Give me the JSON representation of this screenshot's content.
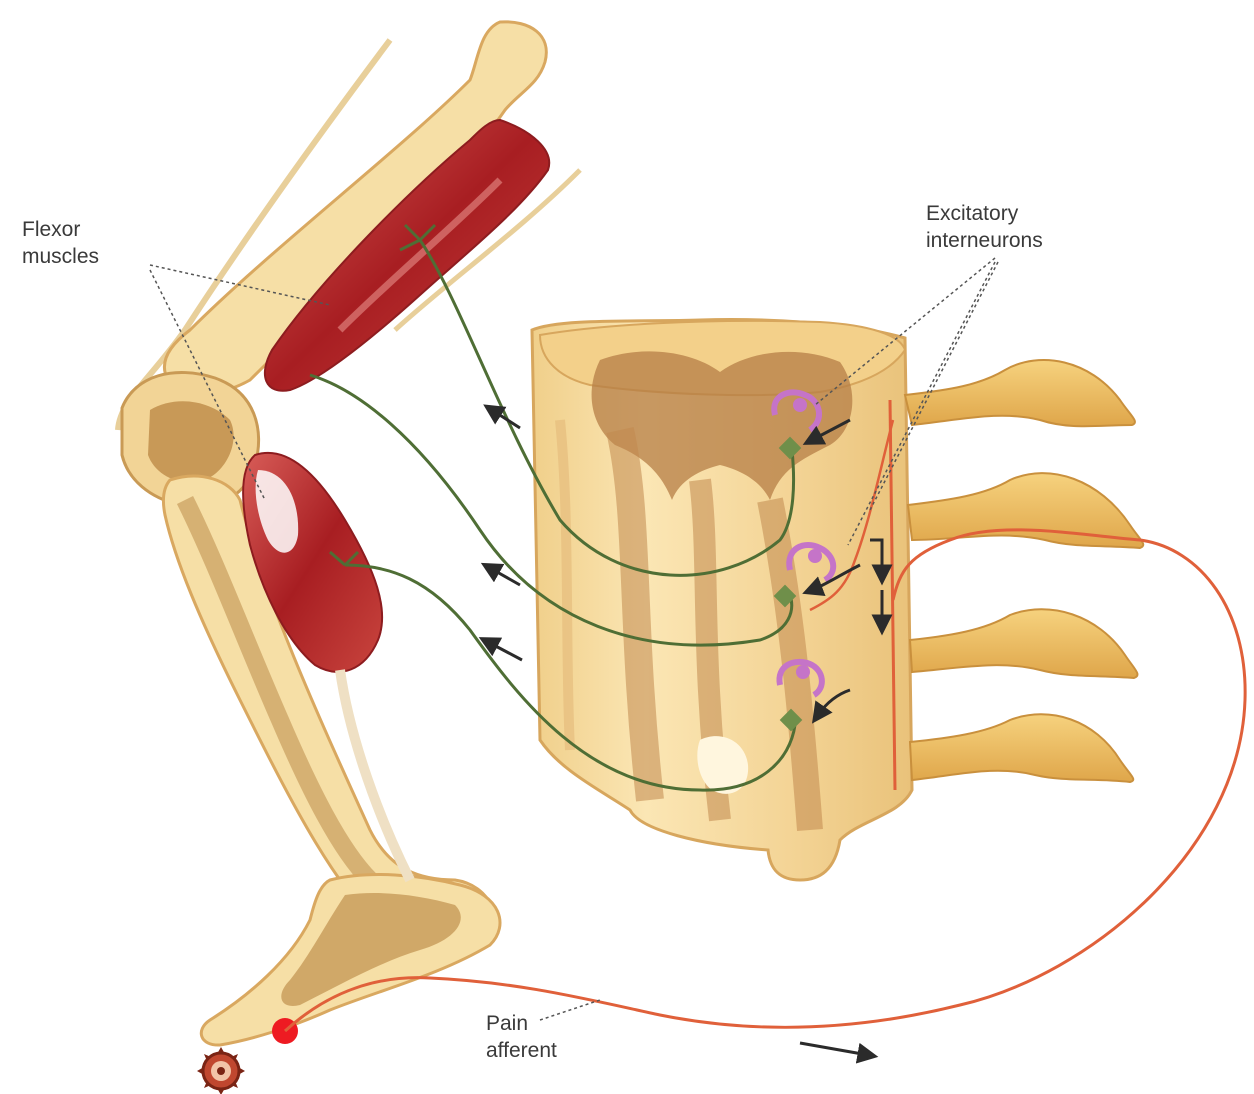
{
  "labels": {
    "flexor": {
      "line1": "Flexor",
      "line2": "muscles"
    },
    "interneurons": {
      "line1": "Excitatory",
      "line2": "interneurons"
    },
    "pain": {
      "line1": "Pain",
      "line2": "afferent"
    }
  },
  "colors": {
    "bone": "#f6dfa6",
    "bone_outline": "#d9a860",
    "bone_marrow": "#b07a35",
    "muscle": "#b8262a",
    "muscle_light": "#de7f74",
    "cord": "#f5d69a",
    "cord_grey": "#b57d46",
    "ganglion": "#f1c469",
    "motor_axon": "#4f6e35",
    "pain_axon": "#e0603a",
    "interneuron": "#c574c8",
    "stimulus": "#ee1b22"
  },
  "icons": [
    "stimulus-point-icon",
    "tack-icon",
    "arrow-icon"
  ]
}
